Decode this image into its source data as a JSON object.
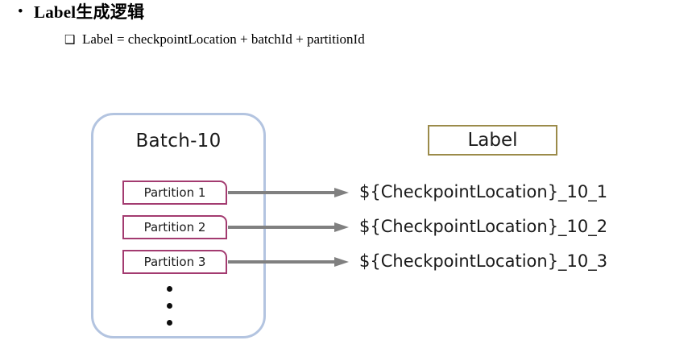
{
  "slide": {
    "heading": "Label生成逻辑",
    "heading_bullet": "•",
    "sub_bullet": "❑",
    "sub_line": "Label = checkpointLocation + batchId + partitionId"
  },
  "diagram": {
    "batch": {
      "title": "Batch-10",
      "border_color": "#b3c4e0",
      "partitions": [
        {
          "label": "Partition 1"
        },
        {
          "label": "Partition 2"
        },
        {
          "label": "Partition 3"
        }
      ],
      "ellipsis_dots": 3
    },
    "label_header": {
      "text": "Label",
      "border_color": "#9b8b4a"
    },
    "partition_border_color": "#a33b70",
    "arrow_color": "#808080",
    "outputs": [
      "${CheckpointLocation}_10_1",
      "${CheckpointLocation}_10_2",
      "${CheckpointLocation}_10_3"
    ]
  }
}
